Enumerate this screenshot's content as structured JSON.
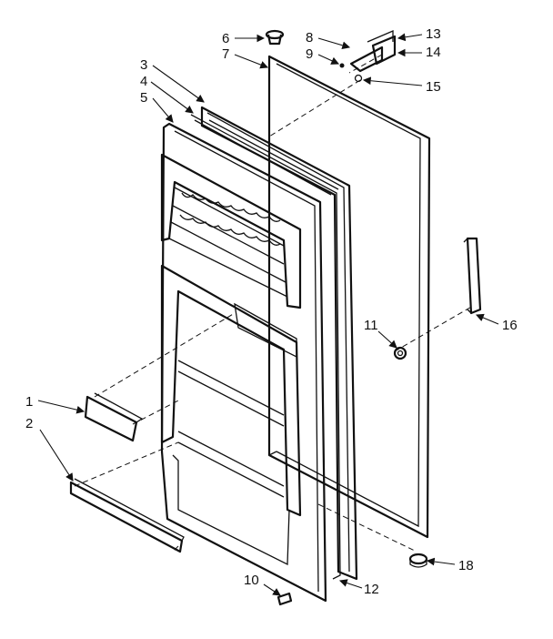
{
  "diagram": {
    "callouts": [
      {
        "id": "1"
      },
      {
        "id": "2"
      },
      {
        "id": "3"
      },
      {
        "id": "4"
      },
      {
        "id": "5"
      },
      {
        "id": "6"
      },
      {
        "id": "7"
      },
      {
        "id": "8"
      },
      {
        "id": "9"
      },
      {
        "id": "10"
      },
      {
        "id": "11"
      },
      {
        "id": "12"
      },
      {
        "id": "13"
      },
      {
        "id": "14"
      },
      {
        "id": "15"
      },
      {
        "id": "16"
      },
      {
        "id": "18"
      }
    ]
  }
}
